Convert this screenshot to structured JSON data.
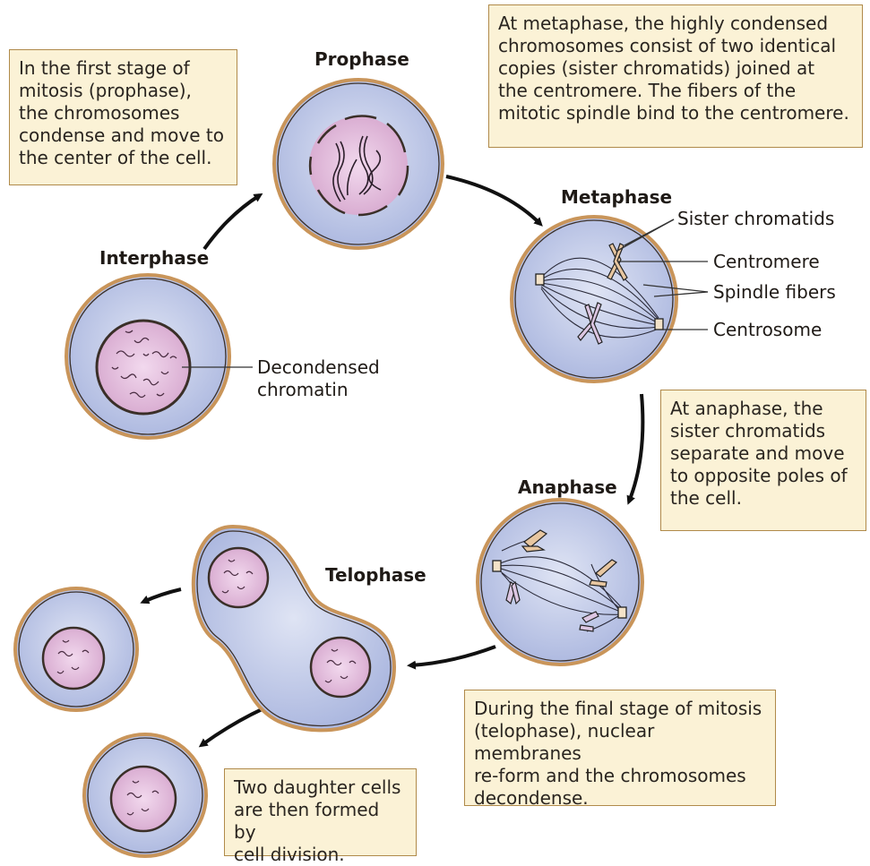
{
  "stages": {
    "prophase": "Prophase",
    "metaphase": "Metaphase",
    "interphase": "Interphase",
    "anaphase": "Anaphase",
    "telophase": "Telophase"
  },
  "parts": {
    "sister_chromatids": "Sister chromatids",
    "centromere": "Centromere",
    "spindle_fibers": "Spindle fibers",
    "centrosome": "Centrosome",
    "decondensed_line1": "Decondensed",
    "decondensed_line2": "chromatin"
  },
  "callouts": {
    "prophase": [
      "In the first stage of",
      "mitosis (prophase),",
      "the chromosomes",
      "condense and move to",
      "the center of the cell."
    ],
    "metaphase": [
      "At metaphase, the highly condensed",
      "chromosomes consist of two identical",
      "copies (sister chromatids) joined at",
      "the centromere. The fibers of the",
      "mitotic spindle bind to the centromere."
    ],
    "anaphase": [
      "At anaphase, the",
      "sister chromatids",
      "separate and move",
      "to opposite poles of",
      "the cell."
    ],
    "telophase": [
      "During the final stage of mitosis",
      "(telophase), nuclear membranes",
      "re-form and the chromosomes",
      "decondense."
    ],
    "division": [
      "Two daughter cells",
      "are then formed by",
      "cell division."
    ]
  },
  "colors": {
    "membrane": "#c9955a",
    "cytoplasm": "#b7c2e3",
    "nucleus": "#e2bddd",
    "callout_bg": "#fbf2d6",
    "callout_border": "#b08a4a",
    "ink": "#2a2520"
  }
}
